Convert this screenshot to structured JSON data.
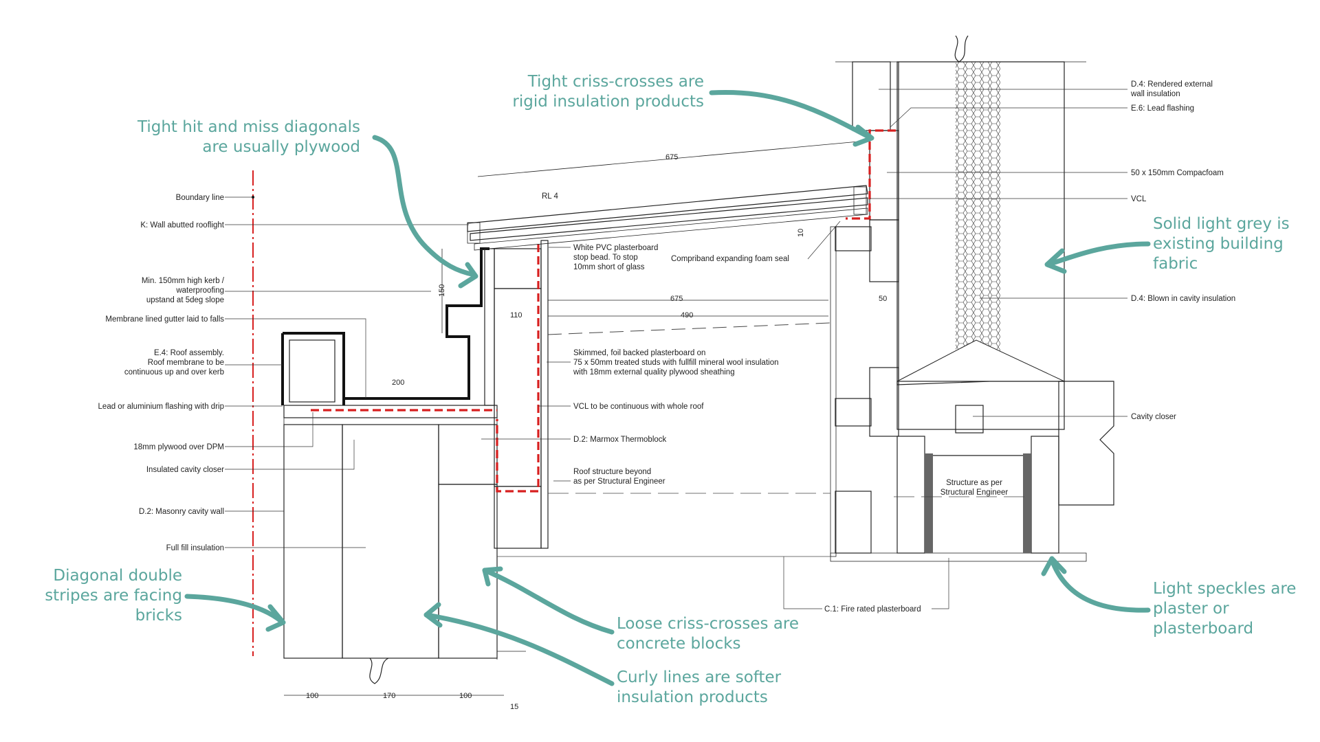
{
  "labels": {
    "boundary_line": "Boundary line",
    "wall_abutted_rooflight": "K: Wall abutted rooflight",
    "kerb_1": "Min. 150mm high kerb /",
    "kerb_2": "waterproofing",
    "kerb_3": "upstand at 5deg slope",
    "gutter": "Membrane lined gutter laid to falls",
    "roof_assembly_1": "E.4: Roof assembly.",
    "roof_assembly_2": "Roof membrane to be",
    "roof_assembly_3": "continuous up and over kerb",
    "flashing_drip": "Lead or aluminium flashing with drip",
    "plywood_dpm": "18mm plywood over DPM",
    "insulated_closer": "Insulated cavity closer",
    "masonry_wall": "D.2: Masonry cavity wall",
    "full_fill": "Full fill insulation",
    "rl4": "RL 4",
    "pvc_bead_1": "White PVC plasterboard",
    "pvc_bead_2": "stop bead.  To stop",
    "pvc_bead_3": "10mm short of glass",
    "compriband": "Compriband expanding foam seal",
    "plasterboard_1": "Skimmed, foil backed plasterboard on",
    "plasterboard_2": "75 x 50mm treated studs with fullfill mineral wool insulation",
    "plasterboard_3": "with 18mm external quality plywood sheathing",
    "vcl_continuous": "VCL to be continuous with whole roof",
    "thermoblock": "D.2: Marmox Thermoblock",
    "roof_structure_1": "Roof structure beyond",
    "roof_structure_2": "as per Structural Engineer",
    "rendered_1": "D.4: Rendered external",
    "rendered_2": "wall insulation",
    "lead_flashing": "E.6: Lead flashing",
    "compacfoam": "50 x 150mm Compacfoam",
    "vcl": "VCL",
    "blown_cavity": "D.4: Blown in cavity insulation",
    "cavity_closer": "Cavity closer",
    "structure_1": "Structure as per",
    "structure_2": "Structural Engineer",
    "fire_rated": "C.1: Fire rated plasterboard"
  },
  "dimensions": {
    "d675_top": "675",
    "d675_mid": "675",
    "d490": "490",
    "d50": "50",
    "d110": "110",
    "d150": "150",
    "d200": "200",
    "d10": "10",
    "d100_a": "100",
    "d170": "170",
    "d100_b": "100",
    "d15": "15"
  },
  "annotations": {
    "criss_tight_1": "Tight criss-crosses are",
    "criss_tight_2": "rigid insulation products",
    "plywood_1": "Tight hit and miss diagonals",
    "plywood_2": "are usually plywood",
    "grey_1": "Solid light grey is",
    "grey_2": "existing building",
    "grey_3": "fabric",
    "bricks_1": "Diagonal double",
    "bricks_2": "stripes are facing",
    "bricks_3": "bricks",
    "blocks_1": "Loose criss-crosses are",
    "blocks_2": "concrete blocks",
    "curly_1": "Curly lines are softer",
    "curly_2": "insulation products",
    "speckles_1": "Light speckles are",
    "speckles_2": "plaster or",
    "speckles_3": "plasterboard"
  },
  "colors": {
    "annotation": "#5ba69d",
    "vcl_red": "#d71f1f",
    "existing_fabric": "#a8a8a8"
  }
}
